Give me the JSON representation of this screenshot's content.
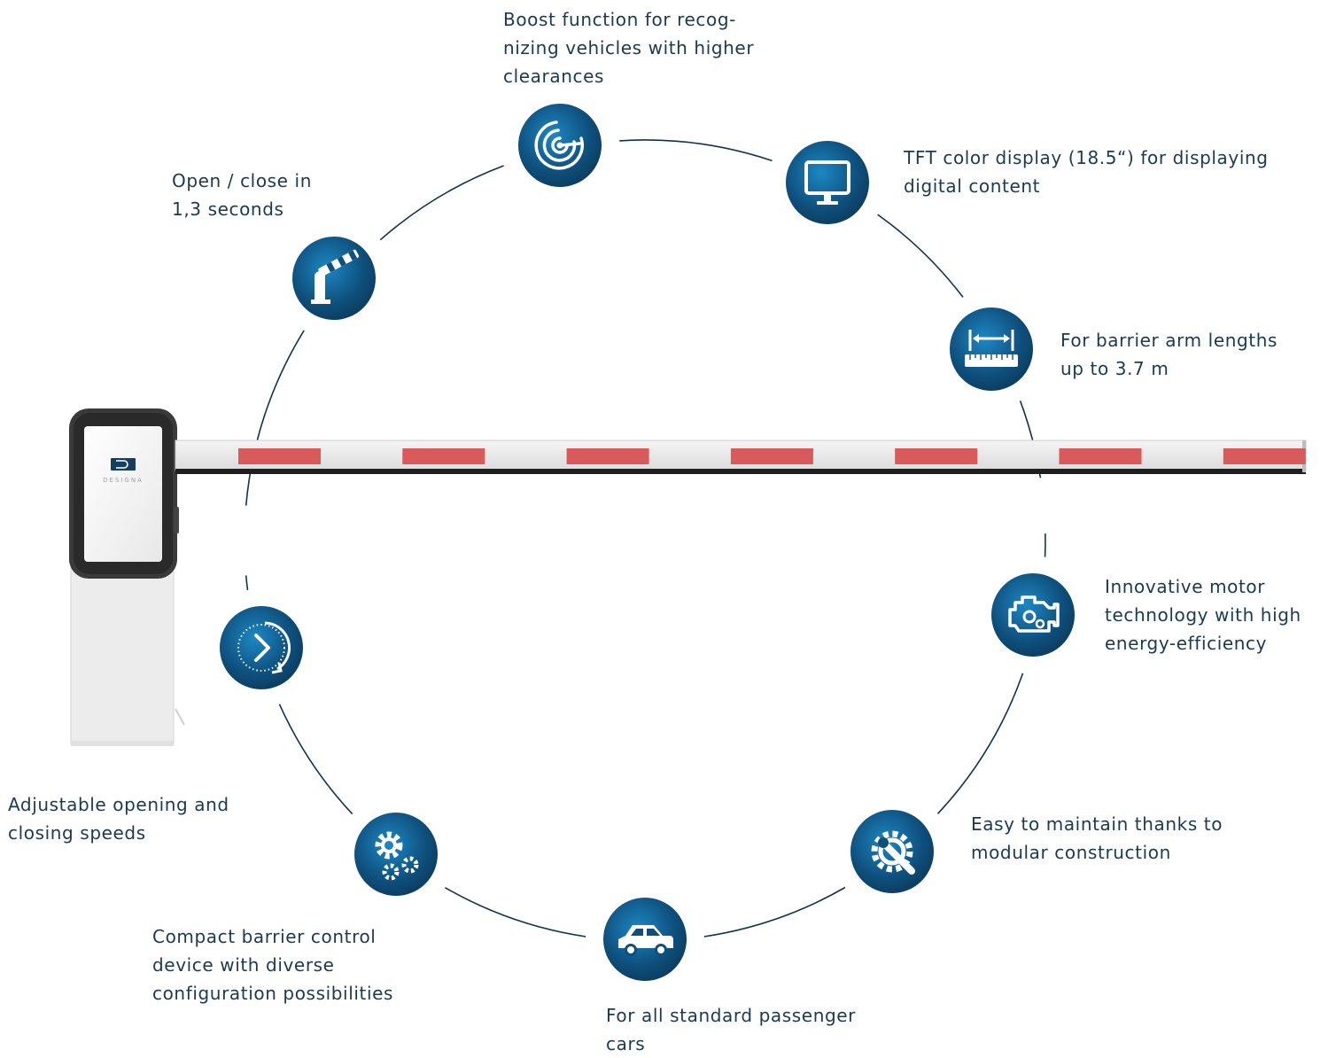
{
  "colors": {
    "accent_dark": "#0b3a5c",
    "accent_light": "#1d87c4",
    "text": "#1b3a52",
    "arm_stripe": "#d85a5a",
    "ring": "#0f3450"
  },
  "brand": {
    "logo_text": "DESIGNA"
  },
  "features": [
    {
      "icon": "radar-icon",
      "label": "Boost function for recog-\nnizing vehicles with higher\nclearances"
    },
    {
      "icon": "monitor-icon",
      "label": "TFT color display (18.5“) for displaying\ndigital content"
    },
    {
      "icon": "ruler-icon",
      "label": "For barrier arm lengths\nup to 3.7 m"
    },
    {
      "icon": "engine-icon",
      "label": "Innovative motor\ntechnology with high\nenergy-efficiency"
    },
    {
      "icon": "wrench-gear-icon",
      "label": "Easy to maintain thanks to\nmodular construction"
    },
    {
      "icon": "car-icon",
      "label": "For all standard passenger\ncars"
    },
    {
      "icon": "gears-icon",
      "label": "Compact barrier control\ndevice with diverse\nconfiguration possibilities"
    },
    {
      "icon": "speed-dial-icon",
      "label": "Adjustable opening and\nclosing speeds"
    },
    {
      "icon": "barrier-icon",
      "label": "Open / close in\n1,3 seconds"
    }
  ]
}
